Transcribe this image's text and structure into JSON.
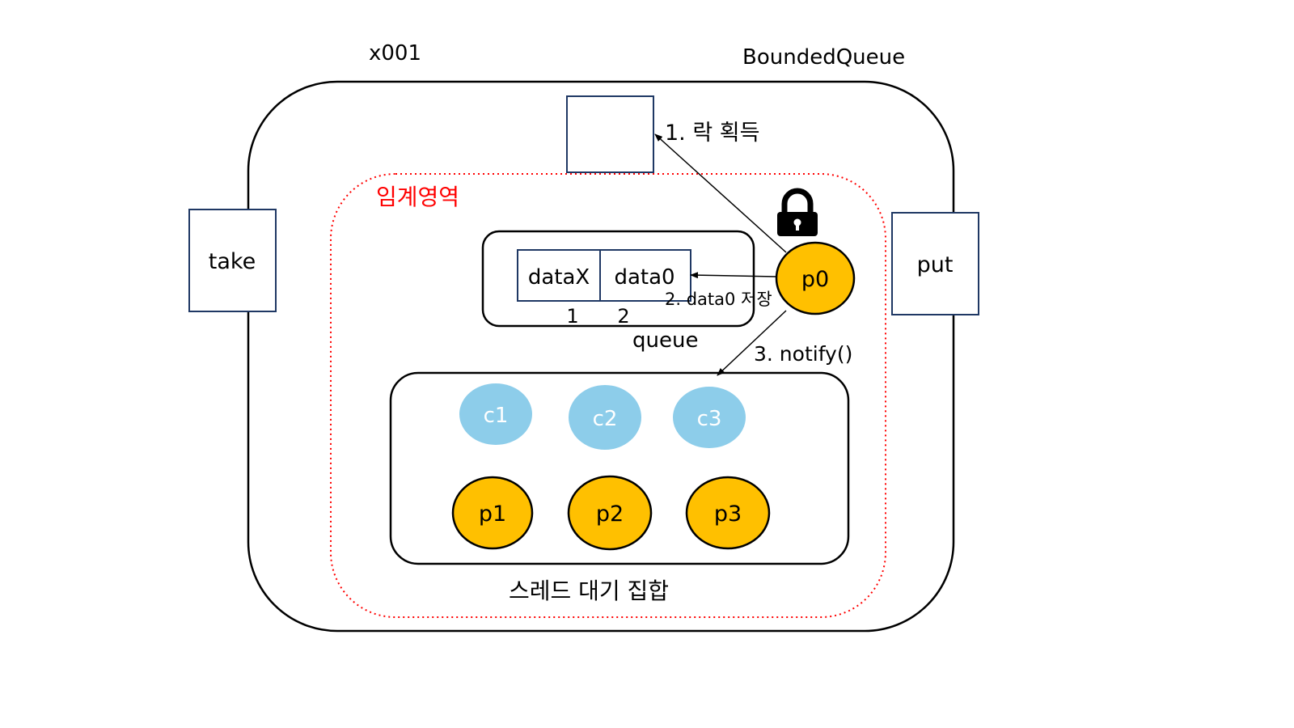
{
  "object_id": "x001",
  "class_name": "BoundedQueue",
  "methods": {
    "take": "take",
    "put": "put"
  },
  "critical_section_label": "임계영역",
  "queue": {
    "label": "queue",
    "slots": [
      "dataX",
      "data0"
    ],
    "indices": [
      "1",
      "2"
    ]
  },
  "wait_set": {
    "label": "스레드 대기 집합",
    "consumers": [
      "c1",
      "c2",
      "c3"
    ],
    "producers": [
      "p1",
      "p2",
      "p3"
    ]
  },
  "active_thread": "p0",
  "steps": {
    "acquire_lock": "1. 락 획득",
    "store": "2. data0 저장",
    "notify": "3. notify()"
  },
  "icons": {
    "lock": "lock-icon"
  },
  "colors": {
    "producer": "#FFC000",
    "consumer": "#8DCDEA",
    "critical": "#FF0000",
    "consumer_text": "#ffffff",
    "stroke": "#000000"
  }
}
